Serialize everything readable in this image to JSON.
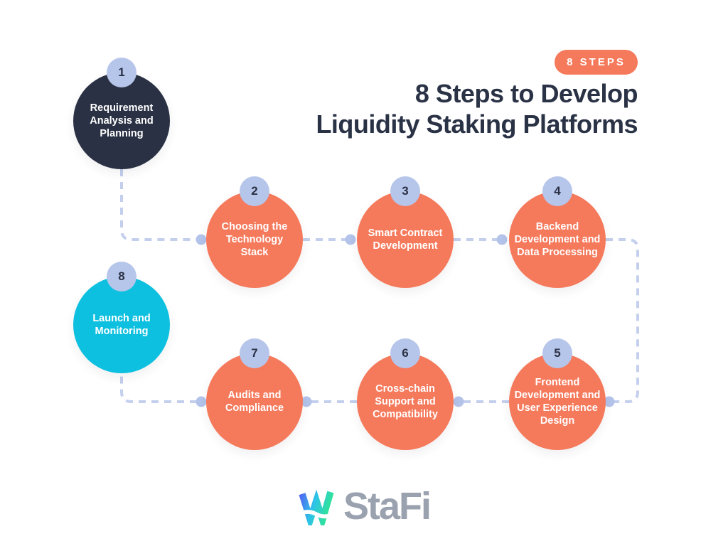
{
  "header": {
    "badge": "8 STEPS",
    "title_line1": "8 Steps to Develop",
    "title_line2": "Liquidity Staking Platforms"
  },
  "steps": [
    {
      "number": "1",
      "label": "Requirement Analysis and Planning",
      "color": "navy"
    },
    {
      "number": "2",
      "label": "Choosing the Technology Stack",
      "color": "orange"
    },
    {
      "number": "3",
      "label": "Smart Contract Development",
      "color": "orange"
    },
    {
      "number": "4",
      "label": "Backend Development and Data Processing",
      "color": "orange"
    },
    {
      "number": "5",
      "label": "Frontend Development and User Experience Design",
      "color": "orange"
    },
    {
      "number": "6",
      "label": "Cross-chain Support and Compatibility",
      "color": "orange"
    },
    {
      "number": "7",
      "label": "Audits and Compliance",
      "color": "orange"
    },
    {
      "number": "8",
      "label": "Launch and Monitoring",
      "color": "cyan"
    }
  ],
  "footer": {
    "logo_text": "StaFi",
    "logo_icon": "stafi-w-icon"
  },
  "colors": {
    "background": "#FFFFFF",
    "navy": "#2A3144",
    "orange": "#F5795B",
    "cyan": "#0EC0DF",
    "number_badge": "#B6C5EA",
    "connector_dash": "#C3CFED",
    "connector_dot": "#B3C3E9",
    "title_text": "#2A3245",
    "circle_text": "#FFFFFF",
    "logo_gray": "#9AA2AF",
    "logo_gradient_start": "#4F6BF2",
    "logo_gradient_mid": "#2CC3E8",
    "logo_gradient_end": "#30E0A0"
  }
}
